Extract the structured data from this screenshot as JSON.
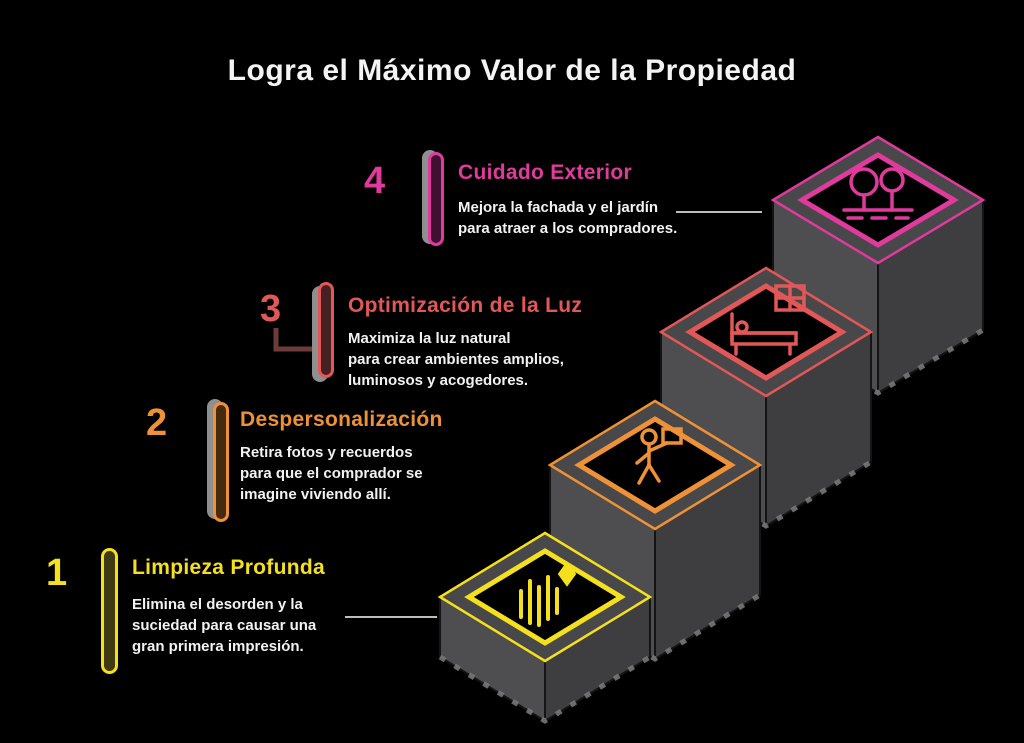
{
  "title": "Logra el Máximo Valor de la Propiedad",
  "colors": {
    "background": "#000000",
    "text": "#F2F2F2",
    "stair_gray": "#48484A",
    "step1": "#F5E01E",
    "step2": "#EF9136",
    "step3": "#E25757",
    "step4": "#E03A9C"
  },
  "steps": [
    {
      "number": "1",
      "label": "Limpieza Profunda",
      "description_lines": [
        "Elimina el desorden y la",
        "suciedad para causar una",
        "gran primera impresión."
      ],
      "icon": "cleaning-sparkle-icon",
      "color": "#F5E01E"
    },
    {
      "number": "2",
      "label": "Despersonalización",
      "description_lines": [
        "Retira fotos y recuerdos",
        "para que el comprador se",
        "imagine viviendo allí."
      ],
      "icon": "person-packing-icon",
      "color": "#EF9136"
    },
    {
      "number": "3",
      "label": "Optimización de la Luz",
      "description_lines": [
        "Maximiza la luz natural",
        "para crear ambientes amplios,",
        "luminosos y acogedores."
      ],
      "icon": "bed-window-icon",
      "color": "#E25757"
    },
    {
      "number": "4",
      "label": "Cuidado Exterior",
      "description_lines": [
        "Mejora la fachada y el jardín",
        "para atraer a los compradores."
      ],
      "icon": "garden-plants-icon",
      "color": "#E03A9C"
    }
  ]
}
